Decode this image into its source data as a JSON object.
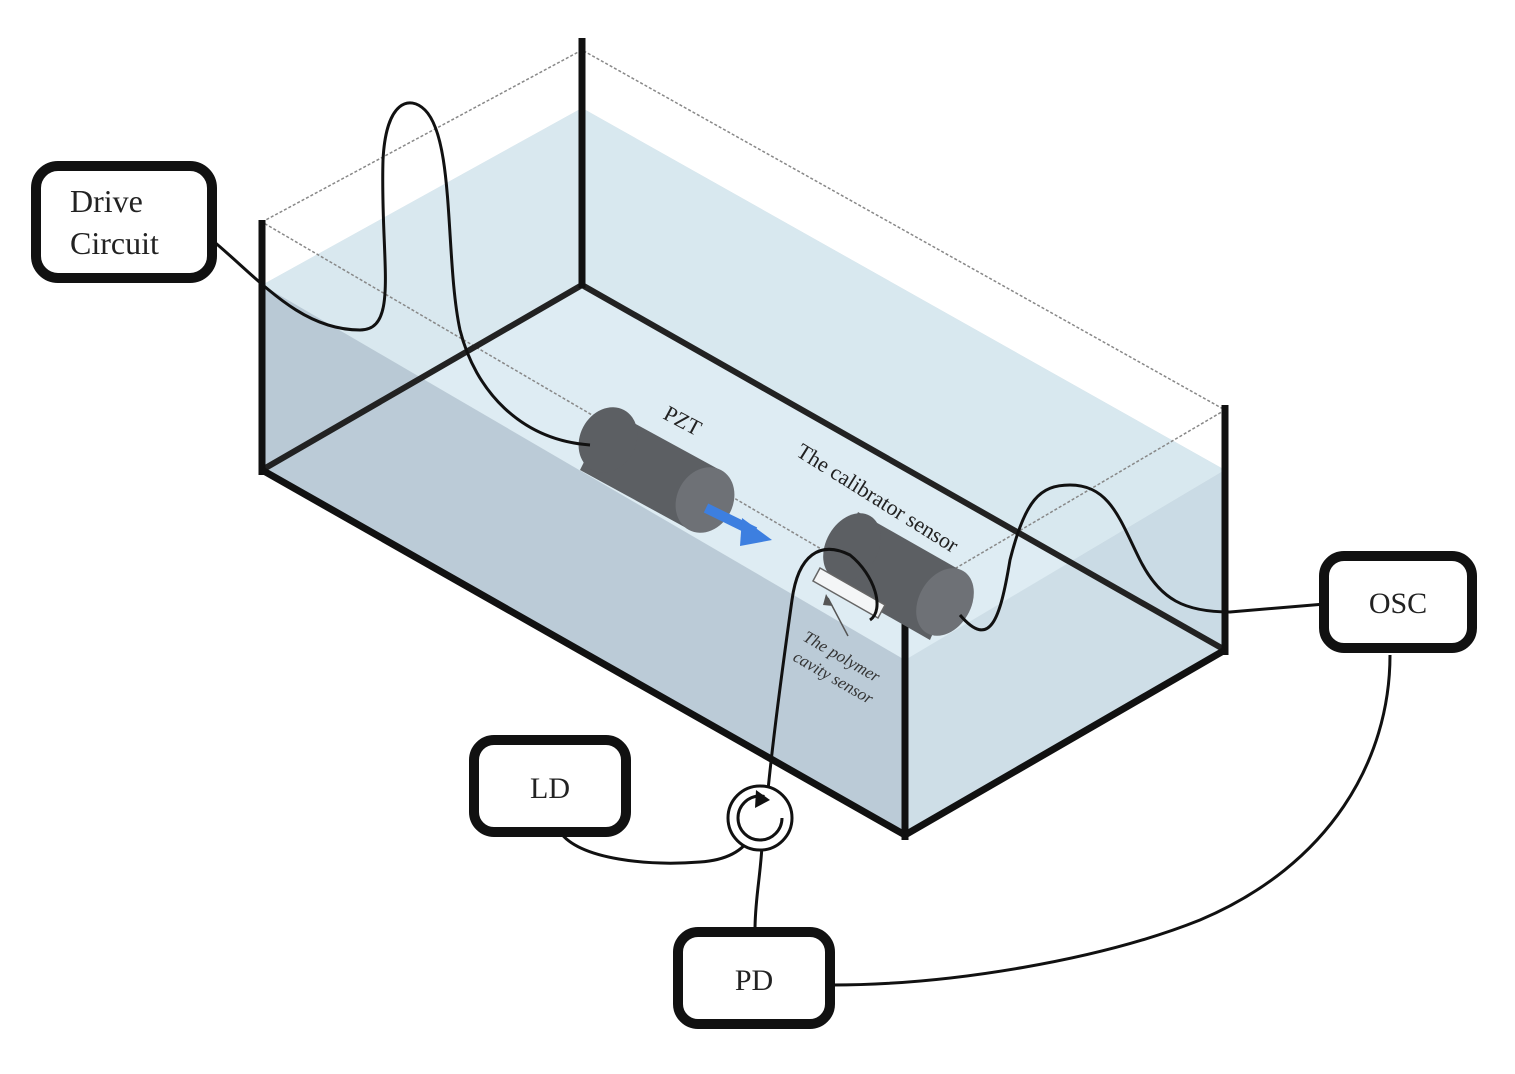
{
  "labels": {
    "drive_circuit_line1": "Drive",
    "drive_circuit_line2": "Circuit",
    "osc": "OSC",
    "ld": "LD",
    "pd": "PD",
    "pzt": "PZT",
    "calibrator_sensor": "The calibrator sensor",
    "polymer_line1": "The polymer",
    "polymer_line2": "cavity sensor"
  },
  "colors": {
    "water_front": "#b7c8d4",
    "water_side": "#cbdbe6",
    "water_top": "#dcebf2",
    "tank_back": "#c9d8df",
    "cylinder": "#5c5f63",
    "cylinder_face": "#6e7176",
    "arrow": "#3d7fe0",
    "cable": "#111111"
  }
}
